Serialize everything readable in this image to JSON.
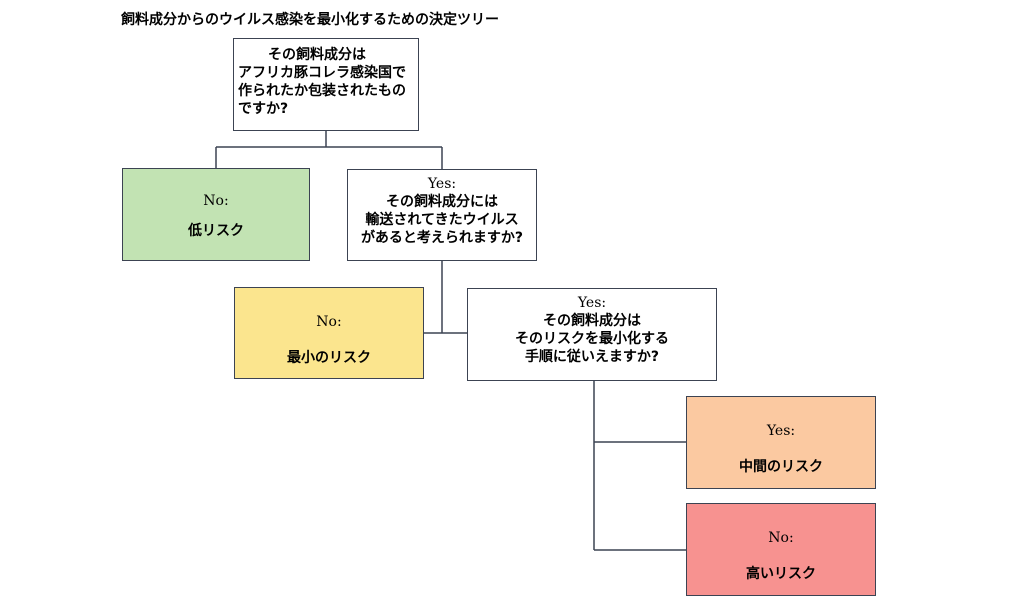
{
  "title": "飼料成分からのウイルス感染を最小化するための決定ツリー",
  "questions": {
    "q0": [
      "その飼料成分は",
      "アフリカ豚コレラ感染国で",
      "作られたか包装されたもの",
      "ですか?"
    ],
    "q1": [
      "その飼料成分には",
      "輸送されてきたウイルス",
      "があると考えられますか?"
    ],
    "q2": [
      "その飼料成分は",
      "そのリスクを最小化する",
      "手順に従いえますか?"
    ]
  },
  "answers": {
    "yes": "Yes:",
    "no": "No:"
  },
  "outcomes": {
    "low": "低リスク",
    "minimal": "最小のリスク",
    "medium": "中間のリスク",
    "high": "高いリスク"
  },
  "colors": {
    "border": "#3c4352",
    "low": "#c2e3b3",
    "minimal": "#fbe58e",
    "medium": "#fbc9a1",
    "high": "#f79290"
  }
}
